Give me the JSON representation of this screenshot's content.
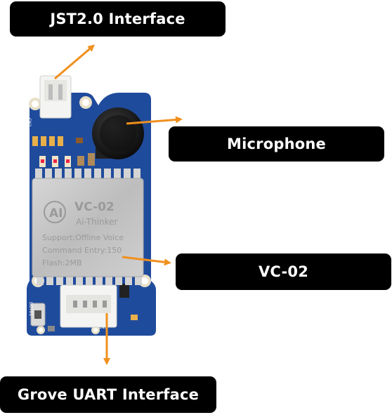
{
  "labels": {
    "jst": "JST2.0 Interface",
    "microphone": "Microphone",
    "vc02": "VC-02",
    "grove": "Grove UART Interface"
  },
  "module": {
    "model": "VC-02",
    "brand": "Ai-Thinker",
    "line1": "Support:Offline Voice",
    "line2": "Command Entry:150",
    "line3": "Flash:2MB",
    "silk_bot": "BOT01",
    "silk_cn1": "CN1",
    "silk_cn2": "CN2"
  },
  "colors": {
    "pcb": "#1f4b9c",
    "label_bg": "#000000",
    "label_text": "#ffffff",
    "arrow": "#f0901e",
    "module_shield": "#c9c9c9"
  }
}
